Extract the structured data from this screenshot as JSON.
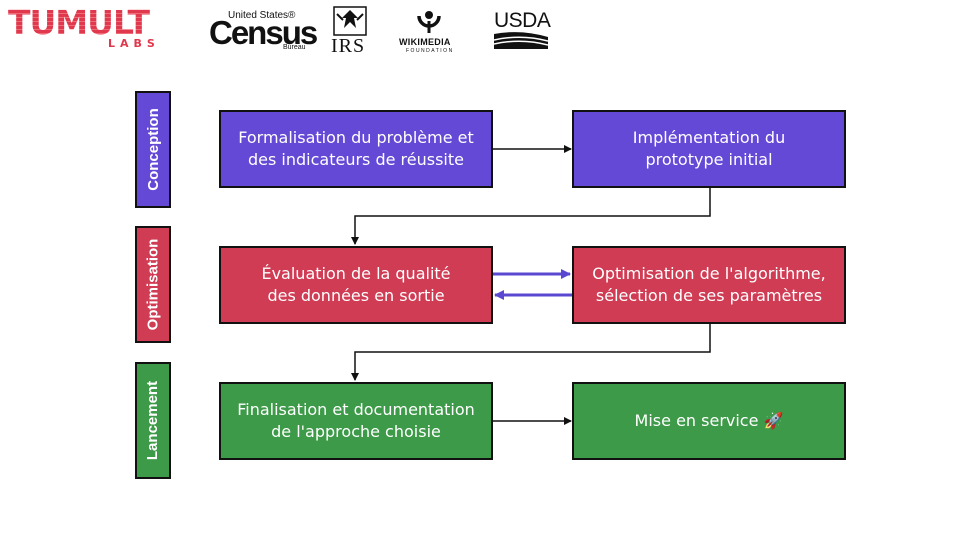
{
  "logos": {
    "tumult": {
      "name": "TUMULT",
      "sub": "LABS"
    },
    "census": {
      "top": "United States®",
      "name": "Census",
      "bottom": "Bureau"
    },
    "irs": {
      "name": "IRS"
    },
    "wikimedia": {
      "name": "WIKIMEDIA",
      "sub": "FOUNDATION"
    },
    "usda": {
      "name": "USDA"
    }
  },
  "phases": [
    {
      "label": "Conception",
      "color": "#6449d6"
    },
    {
      "label": "Optimisation",
      "color": "#cf3c54"
    },
    {
      "label": "Lancement",
      "color": "#3d9a48"
    }
  ],
  "steps": {
    "problem": "Formalisation du problème et\ndes indicateurs de réussite",
    "prototype": "Implémentation du\nprototype initial",
    "evaluation": "Évaluation de la qualité\ndes données en sortie",
    "optimisation": "Optimisation de l'algorithme,\nsélection de ses paramètres",
    "finalisation": "Finalisation et documentation\nde l'approche choisie",
    "deployment": "Mise en service 🚀"
  },
  "colors": {
    "conception": "#6449d6",
    "optimisation": "#cf3c54",
    "lancement": "#3d9a48",
    "loop_arrow": "#5a48d0"
  }
}
